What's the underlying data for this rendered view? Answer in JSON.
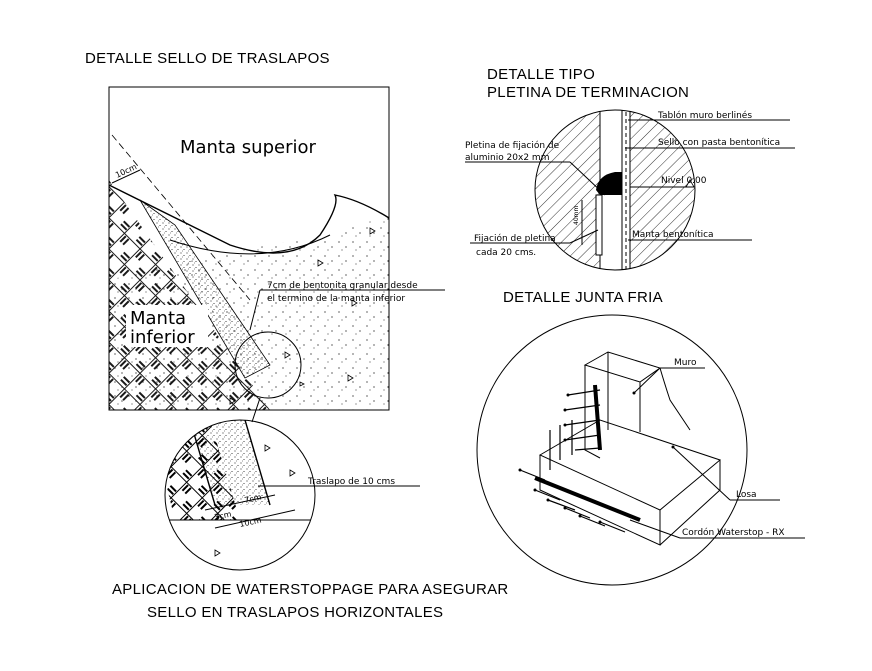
{
  "titles": {
    "sello": "DETALLE SELLO DE TRASLAPOS",
    "tipo_line1": "DETALLE TIPO",
    "tipo_line2": "PLETINA DE TERMINACION",
    "junta": "DETALLE JUNTA FRIA",
    "aplicacion_line1": "APLICACION DE WATERSTOPPAGE PARA ASEGURAR",
    "aplicacion_line2": "SELLO EN TRASLAPOS HORIZONTALES"
  },
  "sello": {
    "manta_superior": "Manta superior",
    "manta_inferior_1": "Manta",
    "manta_inferior_2": "inferior",
    "dim_top": "10cm",
    "note_line1": "7cm de bentonita granular desde",
    "note_line2": "el termino de la manta inferior",
    "traslapo": "Traslapo de 10 cms",
    "dim_3": "3cm",
    "dim_7": "7cm",
    "dim_10": "10cm"
  },
  "pletina": {
    "tablon": "Tablón muro berlinés",
    "sello_pasta": "Sello con pasta bentonítica",
    "pletina_l1": "Pletina de fijación de",
    "pletina_l2": "aluminio 20x2 mm",
    "nivel": "Nivel 0.00",
    "dim_vertical": "40mm",
    "fijacion_l1": "Fijación de pletina",
    "fijacion_l2": "cada 20 cms.",
    "manta": "Manta bentonítica"
  },
  "junta": {
    "muro": "Muro",
    "losa": "Losa",
    "cordon": "Cordón Waterstop - RX"
  }
}
